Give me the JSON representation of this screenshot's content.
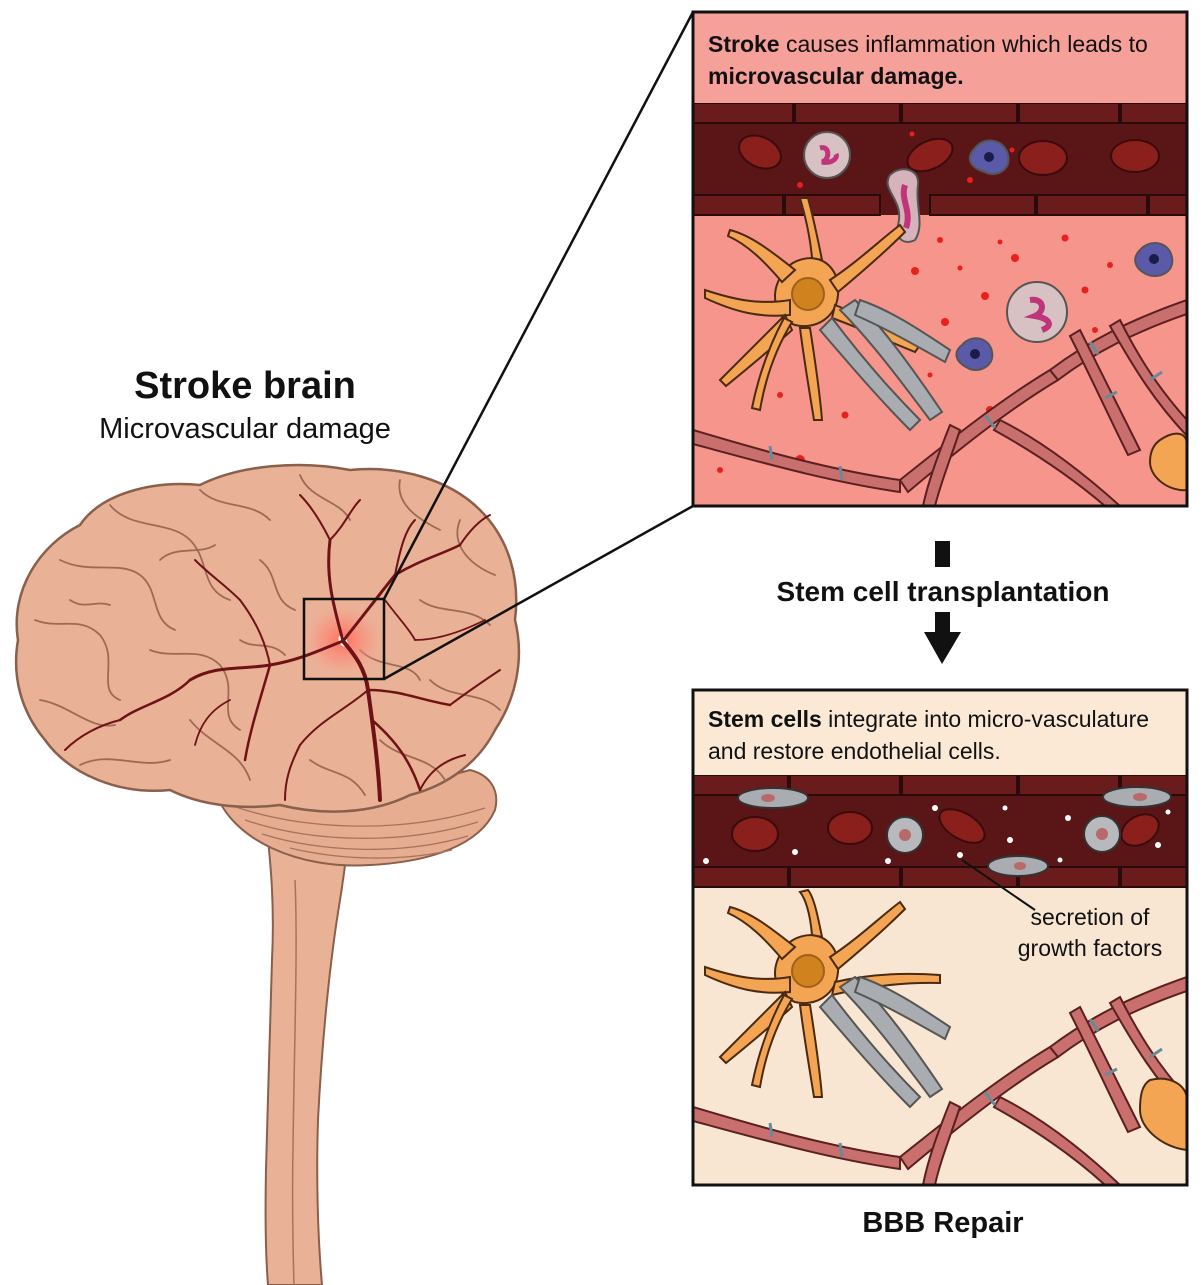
{
  "brain": {
    "title": "Stroke brain",
    "subtitle": "Microvascular damage"
  },
  "panel_top": {
    "caption_b1": "Stroke",
    "caption_t1": " causes inflammation which leads to ",
    "caption_b2": "microvascular damage."
  },
  "transition": {
    "label": "Stem cell transplantation"
  },
  "panel_bottom": {
    "caption_b1": "Stem cells",
    "caption_t1": " integrate into micro-vasculature and restore endothelial cells.",
    "annotation_line1": "secretion of",
    "annotation_line2": "growth factors"
  },
  "footer": {
    "label": "BBB Repair"
  },
  "colors": {
    "brain": "#e9b195",
    "brain_outline": "#8a5f4c",
    "vessel": "#6e1216",
    "inflamed_bg": "#f6958c",
    "inflamed_caption": "#f6a09a",
    "repair_bg": "#f9e6d2",
    "repair_caption": "#fbe9d6",
    "vessel_wall": "#5a1617",
    "astrocyte": "#f3a553",
    "pericyte": "#c9706e"
  }
}
